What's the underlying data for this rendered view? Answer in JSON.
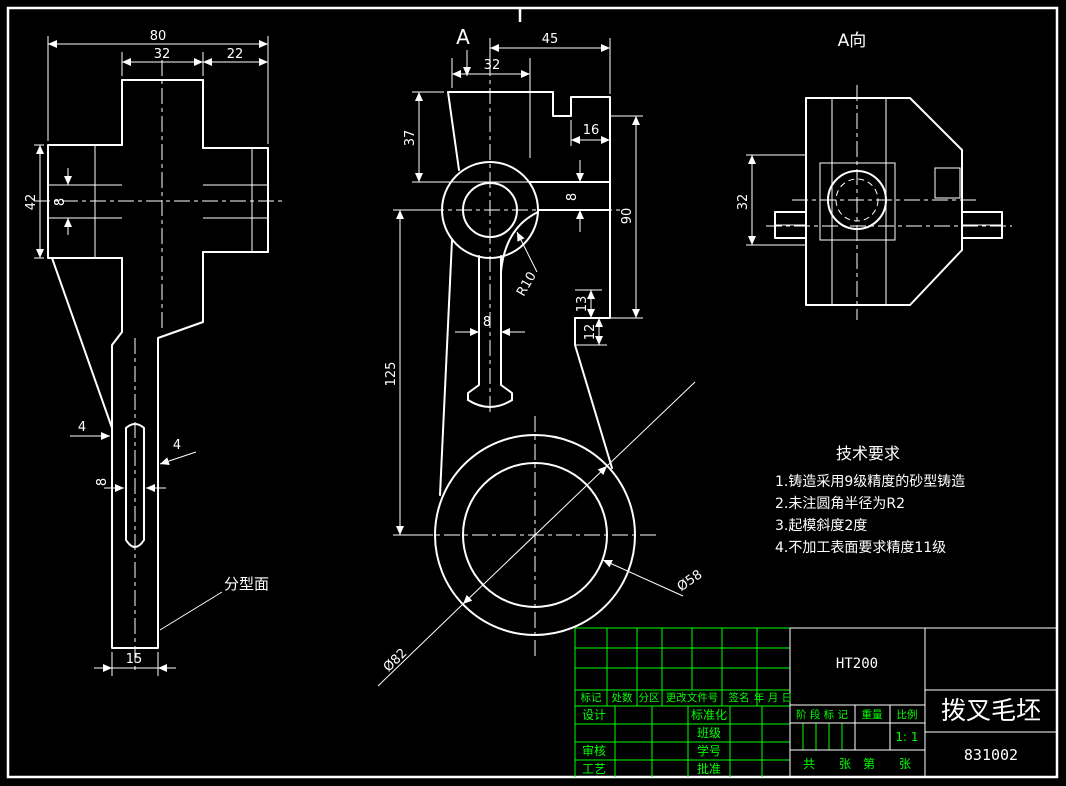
{
  "colors": {
    "background": "#000000",
    "line": "#ffffff",
    "table": "#00ff00"
  },
  "left_view": {
    "dim_80": "80",
    "dim_32": "32",
    "dim_22": "22",
    "dim_42": "42",
    "dim_8_flange": "8",
    "dim_4_left": "4",
    "dim_4_right": "4",
    "dim_8_slot": "8",
    "dim_15": "15",
    "parting_label": "分型面"
  },
  "front_view": {
    "section_label": "A",
    "dim_45": "45",
    "dim_32": "32",
    "dim_37": "37",
    "dim_16": "16",
    "dim_8_web": "8",
    "dim_90": "90",
    "radius_label": "R10",
    "dim_13": "13",
    "dim_12": "12",
    "dim_125": "125",
    "dim_8_stem": "8",
    "dia_82": "Ø82",
    "dia_58": "Ø58"
  },
  "side_view": {
    "label": "A向",
    "dim_32": "32"
  },
  "tech_req": {
    "title": "技术要求",
    "items": [
      "1.铸造采用9级精度的砂型铸造",
      "2.未注圆角半径为R2",
      "3.起模斜度2度",
      "4.不加工表面要求精度11级"
    ]
  },
  "title_block": {
    "material": "HT200",
    "part_name": "拨叉毛坯",
    "part_no": "831002",
    "header": {
      "mark": "标记",
      "count": "处数",
      "zone": "分区",
      "doc_no": "更改文件号",
      "sign": "签名",
      "date": "年 月 日"
    },
    "rows": {
      "design": "设计",
      "standard": "标准化",
      "cls": "班级",
      "check": "审核",
      "student": "学号",
      "process": "工艺",
      "approve": "批准"
    },
    "stage": {
      "stage_mark": "阶 段 标 记",
      "weight": "重量",
      "scale": "比例",
      "scale_value": "1: 1",
      "sheets": "共　　张　第　　张"
    }
  }
}
